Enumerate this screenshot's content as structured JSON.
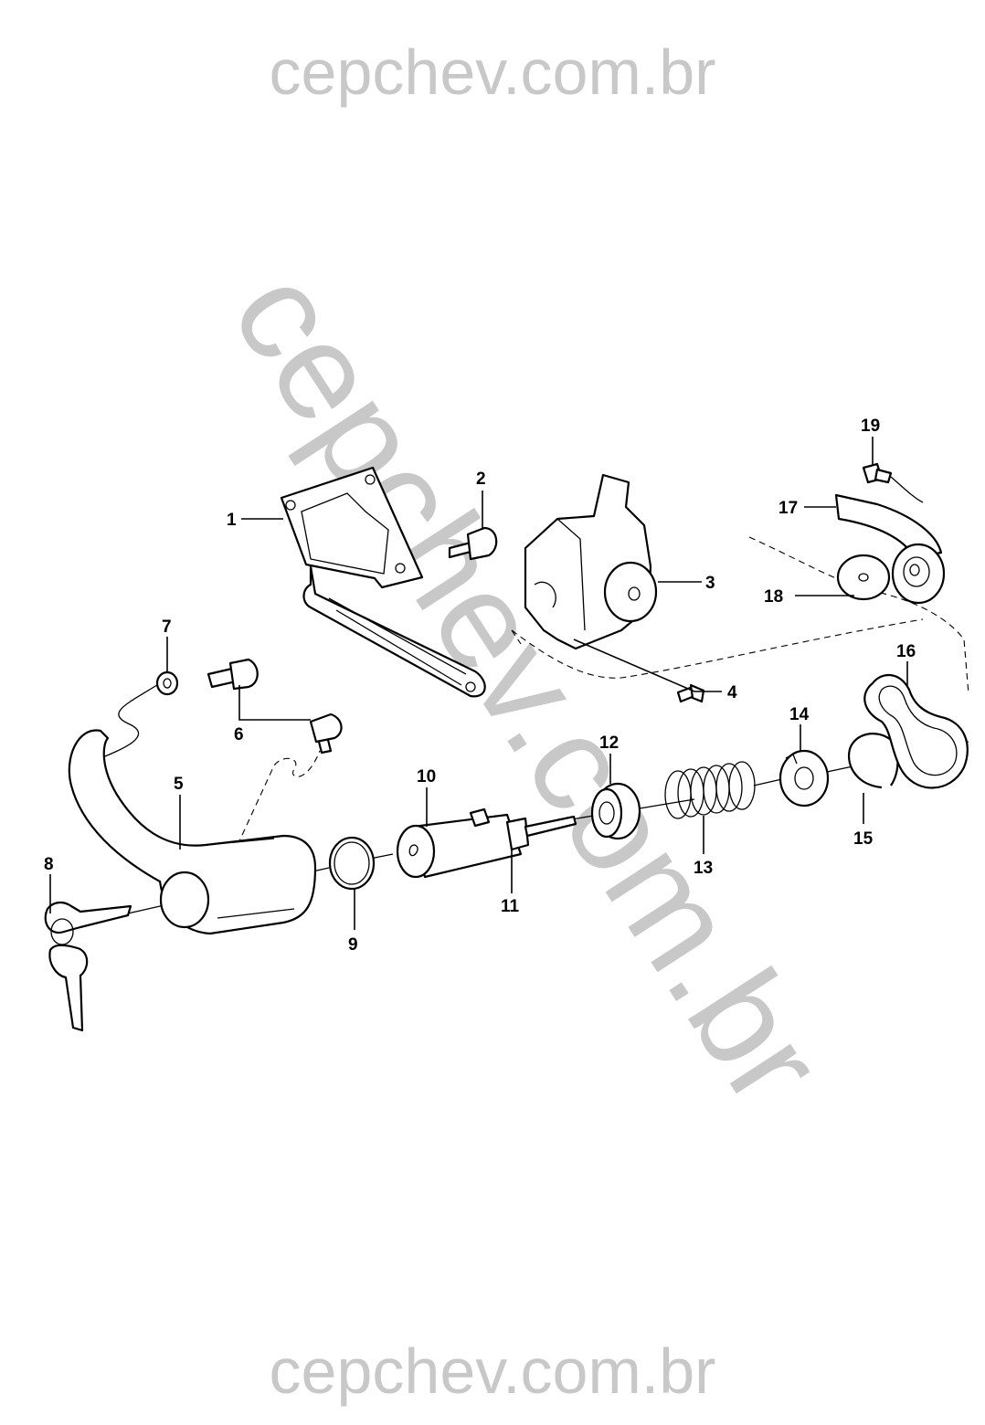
{
  "watermark": {
    "top": "cepchev.com.br",
    "bottom": "cepchev.com.br",
    "diagonal": "cepchev.com.br"
  },
  "callouts": [
    {
      "id": "c1",
      "label": "1"
    },
    {
      "id": "c2",
      "label": "2"
    },
    {
      "id": "c3",
      "label": "3"
    },
    {
      "id": "c4",
      "label": "4"
    },
    {
      "id": "c5",
      "label": "5"
    },
    {
      "id": "c6",
      "label": "6"
    },
    {
      "id": "c7",
      "label": "7"
    },
    {
      "id": "c8",
      "label": "8"
    },
    {
      "id": "c9",
      "label": "9"
    },
    {
      "id": "c10",
      "label": "10"
    },
    {
      "id": "c11",
      "label": "11"
    },
    {
      "id": "c12",
      "label": "12"
    },
    {
      "id": "c13",
      "label": "13"
    },
    {
      "id": "c14",
      "label": "14"
    },
    {
      "id": "c15",
      "label": "15"
    },
    {
      "id": "c16",
      "label": "16"
    },
    {
      "id": "c17",
      "label": "17"
    },
    {
      "id": "c18",
      "label": "18"
    },
    {
      "id": "c19",
      "label": "19"
    }
  ]
}
